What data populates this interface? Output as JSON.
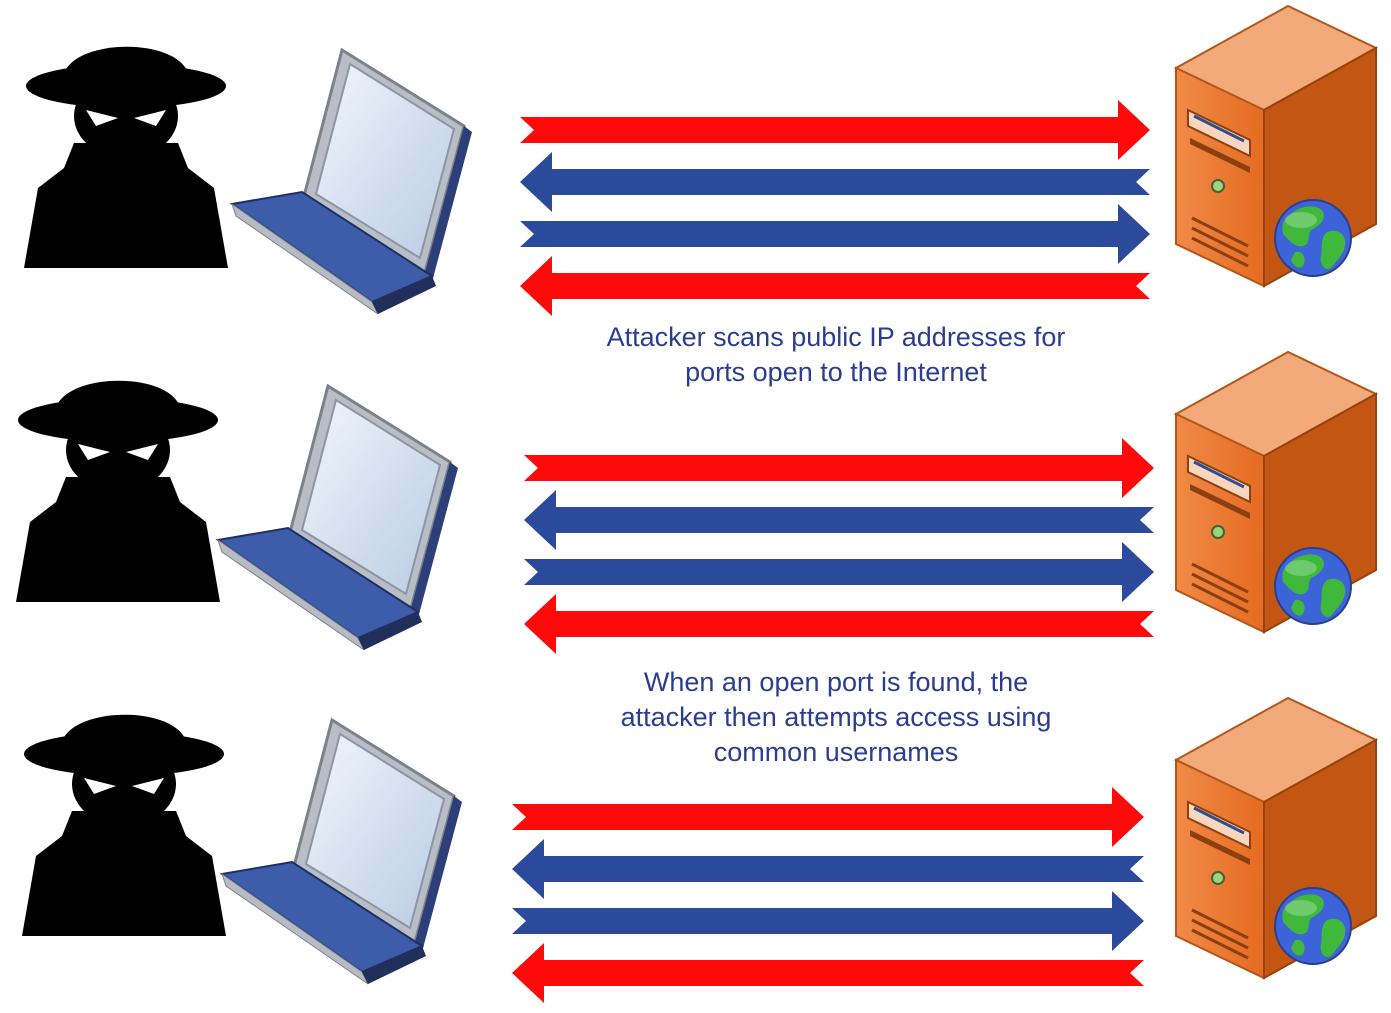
{
  "captions": [
    "Attacker scans public IP addresses for ports open to the Internet",
    "When an open port is found, the attacker then attempts access using common usernames"
  ],
  "colors": {
    "caption_text": "#2b3d91",
    "arrow_red": "#ff0a0a",
    "arrow_blue": "#2c4a9c",
    "attacker": "#000000",
    "laptop_body": "#3d5dab",
    "laptop_screen": "#d8e3f1",
    "server_front": "#ee7b34",
    "server_side": "#c25612",
    "server_top": "#f3aa7a",
    "globe_water": "#3d63d8",
    "globe_land": "#3fb83c"
  },
  "rows": [
    {
      "icons": [
        "attacker-icon",
        "laptop-icon",
        "server-icon",
        "globe-icon"
      ],
      "arrows": [
        {
          "direction": "right",
          "color": "red"
        },
        {
          "direction": "left",
          "color": "blue"
        },
        {
          "direction": "right",
          "color": "blue"
        },
        {
          "direction": "left",
          "color": "red"
        }
      ]
    },
    {
      "icons": [
        "attacker-icon",
        "laptop-icon",
        "server-icon",
        "globe-icon"
      ],
      "arrows": [
        {
          "direction": "right",
          "color": "red"
        },
        {
          "direction": "left",
          "color": "blue"
        },
        {
          "direction": "right",
          "color": "blue"
        },
        {
          "direction": "left",
          "color": "red"
        }
      ]
    },
    {
      "icons": [
        "attacker-icon",
        "laptop-icon",
        "server-icon",
        "globe-icon"
      ],
      "arrows": [
        {
          "direction": "right",
          "color": "red"
        },
        {
          "direction": "left",
          "color": "blue"
        },
        {
          "direction": "right",
          "color": "blue"
        },
        {
          "direction": "left",
          "color": "red"
        }
      ]
    }
  ]
}
